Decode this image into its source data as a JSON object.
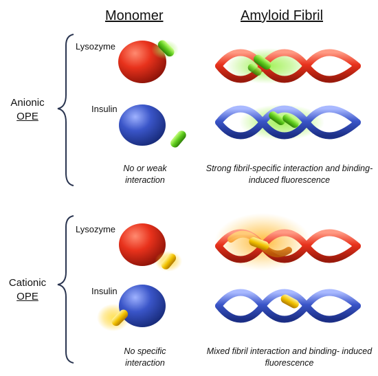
{
  "headers": {
    "monomer": "Monomer",
    "fibril": "Amyloid Fibril"
  },
  "groups": {
    "anionic": {
      "line1": "Anionic",
      "line2": "OPE"
    },
    "cationic": {
      "line1": "Cationic",
      "line2": "OPE"
    }
  },
  "labels": {
    "lysozyme_top": "Lysozyme",
    "insulin_top": "Insulin",
    "lysozyme_bottom": "Lysozyme",
    "insulin_bottom": "Insulin"
  },
  "captions": {
    "anionic_monomer": "No or weak interaction",
    "anionic_fibril": "Strong fibril-specific interaction and binding- induced fluorescence",
    "cationic_monomer": "No specific interaction",
    "cationic_fibril": "Mixed fibril interaction and binding- induced fluorescence"
  },
  "colors": {
    "lysozyme": "#e8321c",
    "insulin": "#3a55c8",
    "anionic_ope": "#5fcc1e",
    "cationic_ope": "#f2c200",
    "glow_green": "#8fe84a",
    "glow_orange": "#ffb020"
  }
}
